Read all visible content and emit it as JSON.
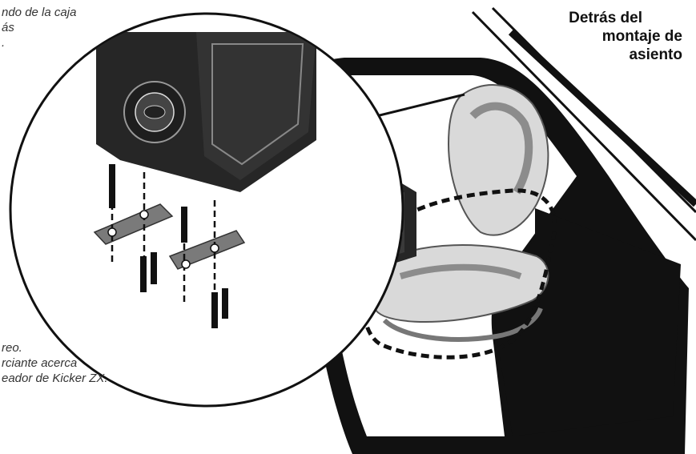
{
  "top_left_note": [
    "ndo de la caja",
    "ás",
    "."
  ],
  "bottom_left_note": [
    "reo.",
    "rciante acerca",
    "eador de Kicker ZX."
  ],
  "heading": [
    "Detrás del",
    "montaje de",
    "asiento"
  ],
  "colors": {
    "ink": "#111111",
    "seat_fill": "#d9d9d9",
    "seat_shade": "#8c8c8c",
    "box_fill": "#262626",
    "bracket_fill": "#7a7a7a"
  }
}
